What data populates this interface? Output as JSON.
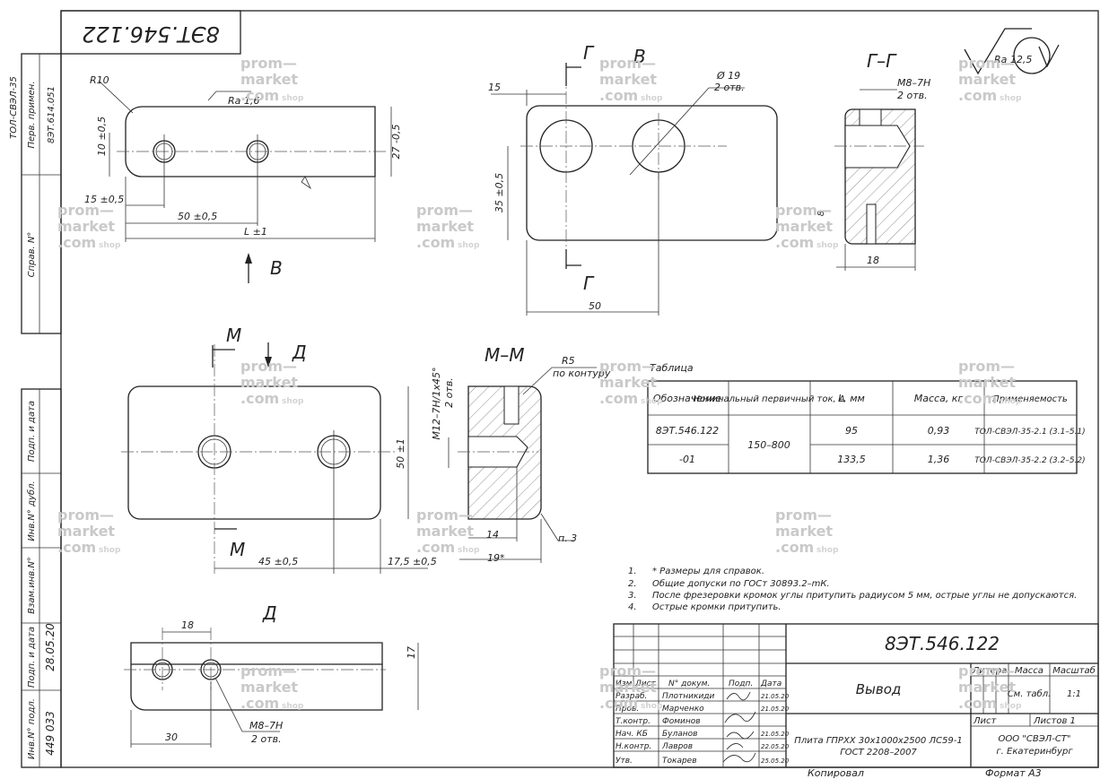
{
  "stamp_top": "8ЭТ.546.122",
  "side_left": {
    "top_label": "ТОЛ-СВЭЛ-35",
    "perv_primen": "Перв. примен.",
    "perv_value": "8ЭТ.614.051",
    "sprav": "Справ. N°",
    "podp_data_1": "Подп. и дата",
    "inv_dubl": "Инв.N° дубл.",
    "vzam_inv": "Взам.инв.N°",
    "podp_data_2": "Подп. и дата",
    "inv_podl": "Инв.N° подл.",
    "inv_value": "449 033",
    "date_value": "28.05.20"
  },
  "view1": {
    "r10": "R10",
    "ra": "Ra 1,6",
    "dim_10": "10 ±0,5",
    "dim_27": "27 -0,5",
    "dim_15": "15 ±0,5",
    "dim_50": "50 ±0,5",
    "dim_L": "L ±1",
    "arrow_B": "В"
  },
  "view2": {
    "G_top": "Г",
    "B": "В",
    "dim_15": "15",
    "d19": "Ø 19",
    "otv": "2 отв.",
    "dim_35": "35 ±0,5",
    "G_bottom": "Г",
    "dim_50": "50"
  },
  "section_GG": {
    "title": "Г–Г",
    "thread": "М8–7Н",
    "otv": "2 отв.",
    "dim_8": "8",
    "dim_18": "18"
  },
  "roughness": {
    "ra": "Ra 12,5"
  },
  "view3": {
    "M_top": "М",
    "D": "Д",
    "dim_50": "50 ±1",
    "M_bottom": "М",
    "dim_45": "45 ±0,5",
    "dim_175": "17,5 ±0,5"
  },
  "section_MM": {
    "title": "М–М",
    "r5": "R5",
    "po_konturu": "по контуру",
    "thread": "М12–7Н/1х45°",
    "otv": "2 отв.",
    "dim_14": "14",
    "dim_19": "19*",
    "p3": "п. 3"
  },
  "view4": {
    "D": "Д",
    "dim_18": "18",
    "dim_17": "17",
    "thread": "М8–7Н",
    "otv": "2 отв.",
    "dim_30": "30"
  },
  "table": {
    "caption": "Таблица",
    "headers": [
      "Обозначение",
      "Номинальный первичный ток, А",
      "L, мм",
      "Масса, кг",
      "Применяемость"
    ],
    "rows": [
      [
        "8ЭТ.546.122",
        "150–800",
        "95",
        "0,93",
        "ТОЛ-СВЭЛ-35-2.1 (3.1–5.1)"
      ],
      [
        "-01",
        "",
        "133,5",
        "1,36",
        "ТОЛ-СВЭЛ-35-2.2 (3.2–5.2)"
      ]
    ]
  },
  "notes": [
    "* Размеры для справок.",
    "Общие допуски по ГОСт 30893.2–mК.",
    "После фрезеровки кромок углы притупить радиусом 5 мм, острые углы не допускаются.",
    "Острые кромки притупить."
  ],
  "title_block": {
    "code": "8ЭТ.546.122",
    "name": "Вывод",
    "litera": "Литера",
    "massa": "Масса",
    "masshtab": "Масштаб",
    "massa_val": "См. табл.",
    "masshtab_val": "1:1",
    "list": "Лист",
    "listov": "Листов 1",
    "material_1": "Плита ГПРХХ 30х1000х2500 ЛС59-1",
    "material_2": "ГОСТ 2208–2007",
    "org_1": "ООО \"СВЭЛ-СТ\"",
    "org_2": "г. Екатеринбург",
    "head": [
      "Изм.",
      "Лист",
      "N° докум.",
      "Подп.",
      "Дата"
    ],
    "roles": [
      {
        "role": "Разраб.",
        "name": "Плотникиди",
        "date": "21.05.20"
      },
      {
        "role": "Пров.",
        "name": "Марченко",
        "date": "21.05.20"
      },
      {
        "role": "Т.контр.",
        "name": "Фоминов",
        "date": ""
      },
      {
        "role": "Нач. КБ",
        "name": "Буланов",
        "date": "21.05.20"
      },
      {
        "role": "Н.контр.",
        "name": "Лавров",
        "date": "22.05.20"
      },
      {
        "role": "Утв.",
        "name": "Токарев",
        "date": "25.05.20"
      }
    ],
    "kopiroval": "Копировал",
    "format": "Формат А3"
  },
  "watermark": {
    "l1": "prom—",
    "l2": "market",
    "l3": ".com",
    "shop": "shop"
  }
}
